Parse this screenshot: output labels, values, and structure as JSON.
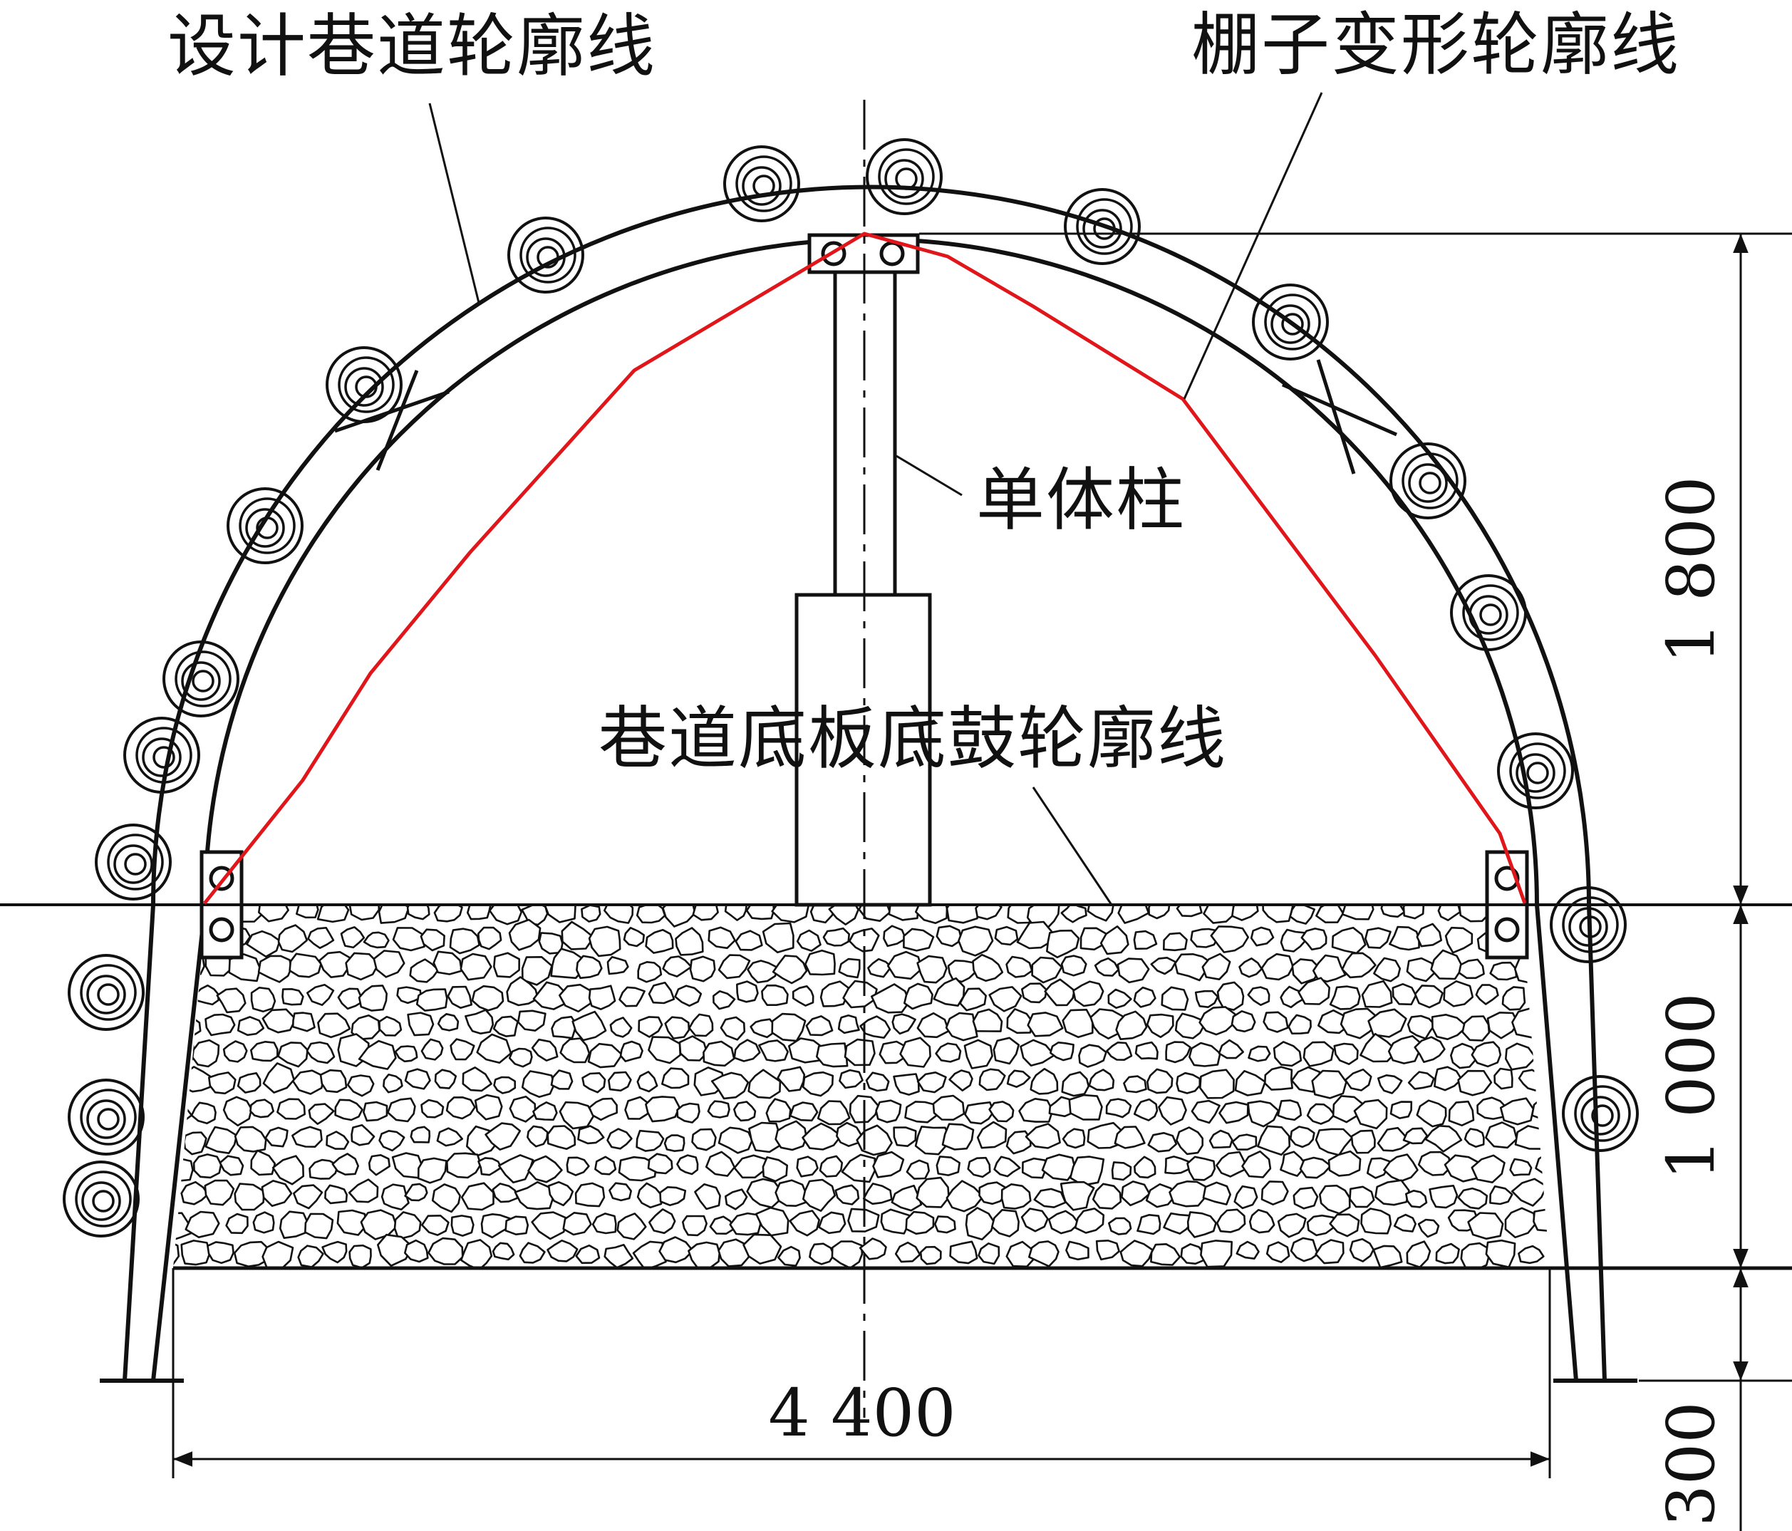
{
  "labels": {
    "design_outline": "设计巷道轮廓线",
    "shed_deformation_outline": "棚子变形轮廓线",
    "single_prop": "单体柱",
    "floor_heave_outline": "巷道底板底鼓轮廓线"
  },
  "dimensions": {
    "width": "4 400",
    "arch_height": "1 800",
    "heave_depth": "1 000",
    "leg_depth": "300"
  },
  "colors": {
    "line": "#111111",
    "deformation": "#e0161b",
    "background": "#ffffff"
  }
}
